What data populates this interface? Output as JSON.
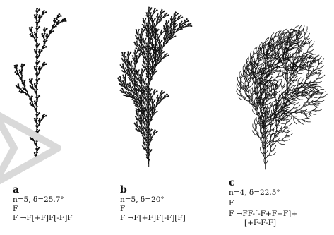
{
  "panels": [
    {
      "letter": "a",
      "params": "n=5, δ=25.7°",
      "axiom": "F",
      "rule": "F →F[+F]F[-F]F",
      "rule_cont": "",
      "iterations": 5,
      "angle_deg": 25.7,
      "axiom_string": "F",
      "productions": {
        "F": "F[+F]F[-F]F"
      }
    },
    {
      "letter": "b",
      "params": "n=5, δ=20°",
      "axiom": "F",
      "rule": "F →F[+F]F[-F][F]",
      "rule_cont": "",
      "iterations": 5,
      "angle_deg": 20,
      "axiom_string": "F",
      "productions": {
        "F": "F[+F]F[-F][F]"
      }
    },
    {
      "letter": "c",
      "params": "n=4, δ=22.5°",
      "axiom": "F",
      "rule": "F →FF-[-F+F+F]+",
      "rule_cont": "[+F-F-F]",
      "iterations": 4,
      "angle_deg": 22.5,
      "axiom_string": "F",
      "productions": {
        "F": "FF-[-F+F+F]+[+F-F-F]"
      }
    }
  ],
  "colors": {
    "plant": "#111111",
    "background": "#ffffff",
    "watermark": "#d9d9d9"
  },
  "icons": [
    "watermark-logo-icon"
  ]
}
